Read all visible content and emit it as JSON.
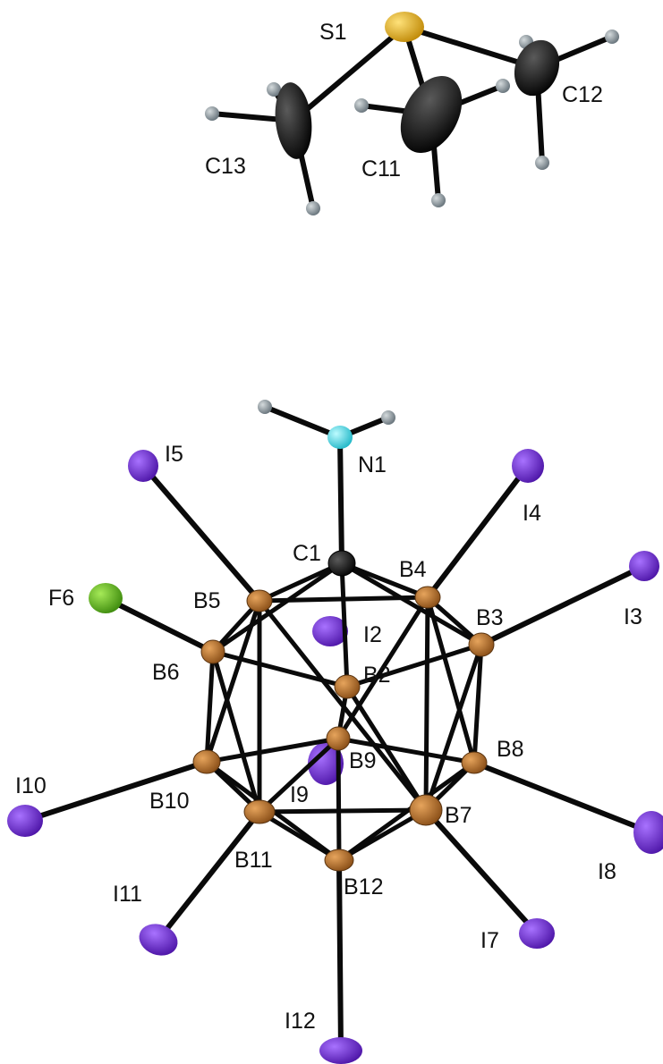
{
  "colors": {
    "boron": "#b8732e",
    "iodine": "#7a2ee0",
    "fluorine": "#6ec21e",
    "nitrogen": "#5ee6ee",
    "sulfur": "#f0c01e",
    "carbon": "#141414",
    "hydrogen": "#8c969a",
    "bond": "#0a0a0a"
  },
  "atom_labels": {
    "S1": "S1",
    "C11": "C11",
    "C12": "C12",
    "C13": "C13",
    "N1": "N1",
    "C1": "C1",
    "B2": "B2",
    "B3": "B3",
    "B4": "B4",
    "B5": "B5",
    "B6": "B6",
    "B7": "B7",
    "B8": "B8",
    "B9": "B9",
    "B10": "B10",
    "B11": "B11",
    "B12": "B12",
    "F6": "F6",
    "I2": "I2",
    "I3": "I3",
    "I4": "I4",
    "I5": "I5",
    "I7": "I7",
    "I8": "I8",
    "I9": "I9",
    "I10": "I10",
    "I11": "I11",
    "I12": "I12"
  }
}
